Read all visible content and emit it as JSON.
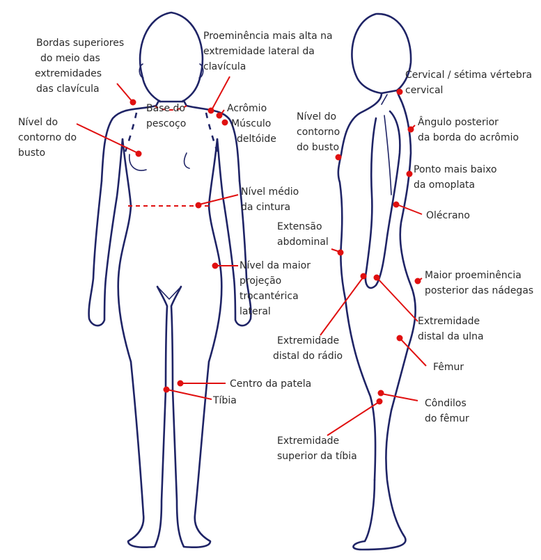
{
  "colors": {
    "marker": "#e01010",
    "outline": "#1f2466",
    "text": "#2a2a2a"
  },
  "labels": {
    "bordas_superiores": [
      "Bordas superiores",
      "do meio das",
      "extremidades",
      "das clavícula"
    ],
    "proeminencia": [
      "Proeminência mais alta na",
      "extremidade lateral da",
      "clavícula"
    ],
    "base_pescoco": [
      "Base do",
      "pescoço"
    ],
    "acromio": [
      "Acrômio"
    ],
    "musculo_deltoide": [
      "Músculo",
      "deltóide"
    ],
    "nivel_busto_front": [
      "Nível do",
      "contorno do",
      "busto"
    ],
    "nivel_medio_cintura": [
      "Nível médio",
      "da cintura"
    ],
    "nivel_maior_projecao": [
      "Nível da maior",
      "projeção",
      "trocantérica",
      "lateral"
    ],
    "centro_patela": [
      "Centro da patela"
    ],
    "tibia": [
      "Tíbia"
    ],
    "cervical": [
      "Cervical / sétima vértebra",
      "cervical"
    ],
    "nivel_busto_side": [
      "Nível do",
      "contorno",
      "do busto"
    ],
    "angulo_posterior": [
      "Ângulo posterior",
      "da borda do acrômio"
    ],
    "ponto_mais_baixo": [
      "Ponto mais baixo",
      "da omoplata"
    ],
    "olecrano": [
      "Olécrano"
    ],
    "extensao_abdominal": [
      "Extensão",
      "abdominal"
    ],
    "maior_proeminencia": [
      "Maior proeminência",
      "posterior das nádegas"
    ],
    "extremidade_distal_ulna": [
      "Extremidade",
      "distal da ulna"
    ],
    "extremidade_distal_radio": [
      "Extremidade",
      "distal do rádio"
    ],
    "femur": [
      "Fêmur"
    ],
    "condilos_femur": [
      "Côndilos",
      "do fêmur"
    ],
    "extremidade_superior_tibia": [
      "Extremidade",
      "superior da tíbia"
    ]
  }
}
